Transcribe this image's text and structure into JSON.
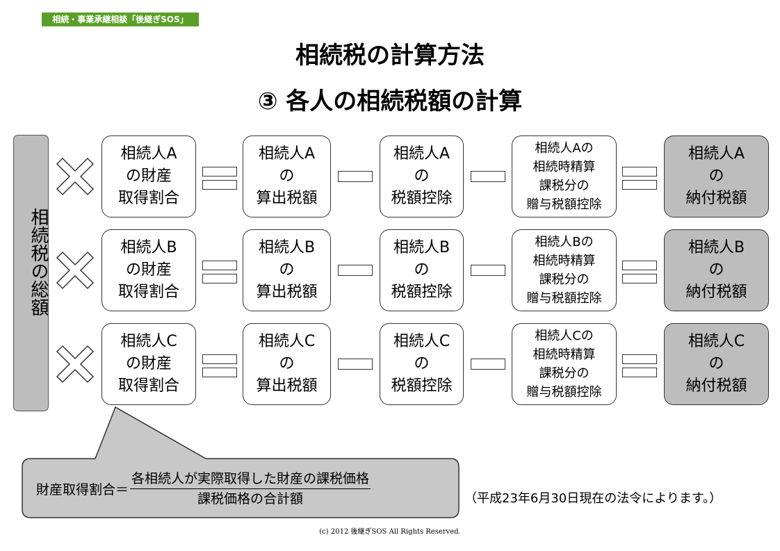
{
  "badge": "相続・事業承継相談「後継ぎSOS」",
  "title_line1": "相続税の計算方法",
  "title_line2": "③ 各人の相続税額の計算",
  "total_label": "相続税の総額",
  "rows": [
    {
      "share": [
        "相続人A",
        "の財産",
        "取得割合"
      ],
      "calc": [
        "相続人A",
        "の",
        "算出税額"
      ],
      "deduct": [
        "相続人A",
        "の",
        "税額控除"
      ],
      "gift": [
        "相続人Aの",
        "相続時精算",
        "課税分の",
        "贈与税額控除"
      ],
      "payable": [
        "相続人A",
        "の",
        "納付税額"
      ]
    },
    {
      "share": [
        "相続人B",
        "の財産",
        "取得割合"
      ],
      "calc": [
        "相続人B",
        "の",
        "算出税額"
      ],
      "deduct": [
        "相続人B",
        "の",
        "税額控除"
      ],
      "gift": [
        "相続人Bの",
        "相続時精算",
        "課税分の",
        "贈与税額控除"
      ],
      "payable": [
        "相続人B",
        "の",
        "納付税額"
      ]
    },
    {
      "share": [
        "相続人C",
        "の財産",
        "取得割合"
      ],
      "calc": [
        "相続人C",
        "の",
        "算出税額"
      ],
      "deduct": [
        "相続人C",
        "の",
        "税額控除"
      ],
      "gift": [
        "相続人Cの",
        "相続時精算",
        "課税分の",
        "贈与税額控除"
      ],
      "payable": [
        "相続人C",
        "の",
        "納付税額"
      ]
    }
  ],
  "formula": {
    "label": "財産取得割合＝",
    "numerator": "各相続人が実際取得した財産の課税価格",
    "denominator": "課税価格の合計額"
  },
  "note": "（平成23年6月30日現在の法令によります。）",
  "copyright": "(c) 2012 後継ぎSOS All Rights Reserved.",
  "colors": {
    "badge": "#5aa028",
    "gray_box": "#bdbdbd",
    "callout": "#c8c8c8",
    "border": "#333333"
  }
}
